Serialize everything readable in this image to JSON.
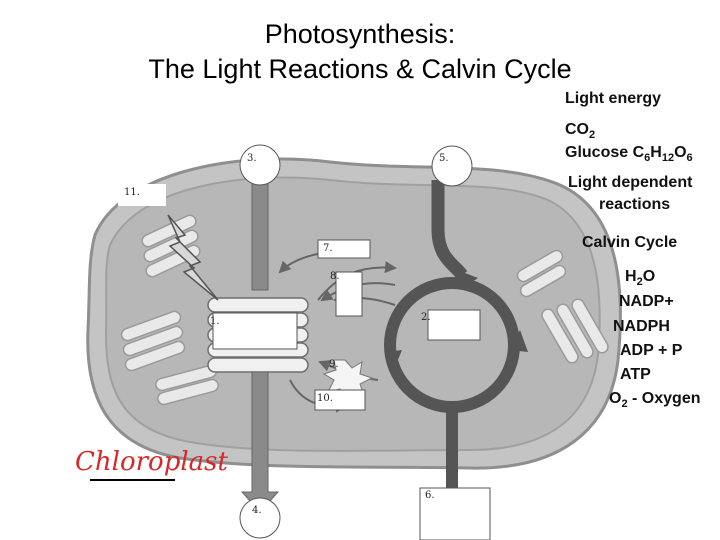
{
  "title": {
    "line1": "Photosynthesis:",
    "line2": "The Light Reactions & Calvin Cycle"
  },
  "word_bank": {
    "light_energy": "Light energy",
    "co2": "CO",
    "co2_sub": "2",
    "glucose_a": "Glucose C",
    "glucose_s1": "6",
    "glucose_h": "H",
    "glucose_s2": "12",
    "glucose_o": "O",
    "glucose_s3": "6",
    "light_dep_1": "Light dependent",
    "light_dep_2": "reactions",
    "calvin": "Calvin Cycle",
    "h2o_a": "H",
    "h2o_sub": "2",
    "h2o_b": "O",
    "nadp_plus": "NADP+",
    "nadph": "NADPH",
    "adp_p": "ADP + P",
    "atp": "ATP",
    "o2_a": "O",
    "o2_sub": "2",
    "o2_b": " - Oxygen"
  },
  "diagram": {
    "labels": {
      "n1": "1.",
      "n2": "2.",
      "n3": "3.",
      "n4": "4.",
      "n5": "5.",
      "n6": "6.",
      "n7": "7.",
      "n8": "8.",
      "n9": "9.",
      "n10": "10.",
      "n11": "11."
    },
    "chloroplast": "Chloroplast"
  },
  "colors": {
    "organelle_fill": "#bdbdbd",
    "arrow_gray": "#8a8a8a",
    "dark_arrow": "#555555",
    "label_red": "#d62828"
  }
}
